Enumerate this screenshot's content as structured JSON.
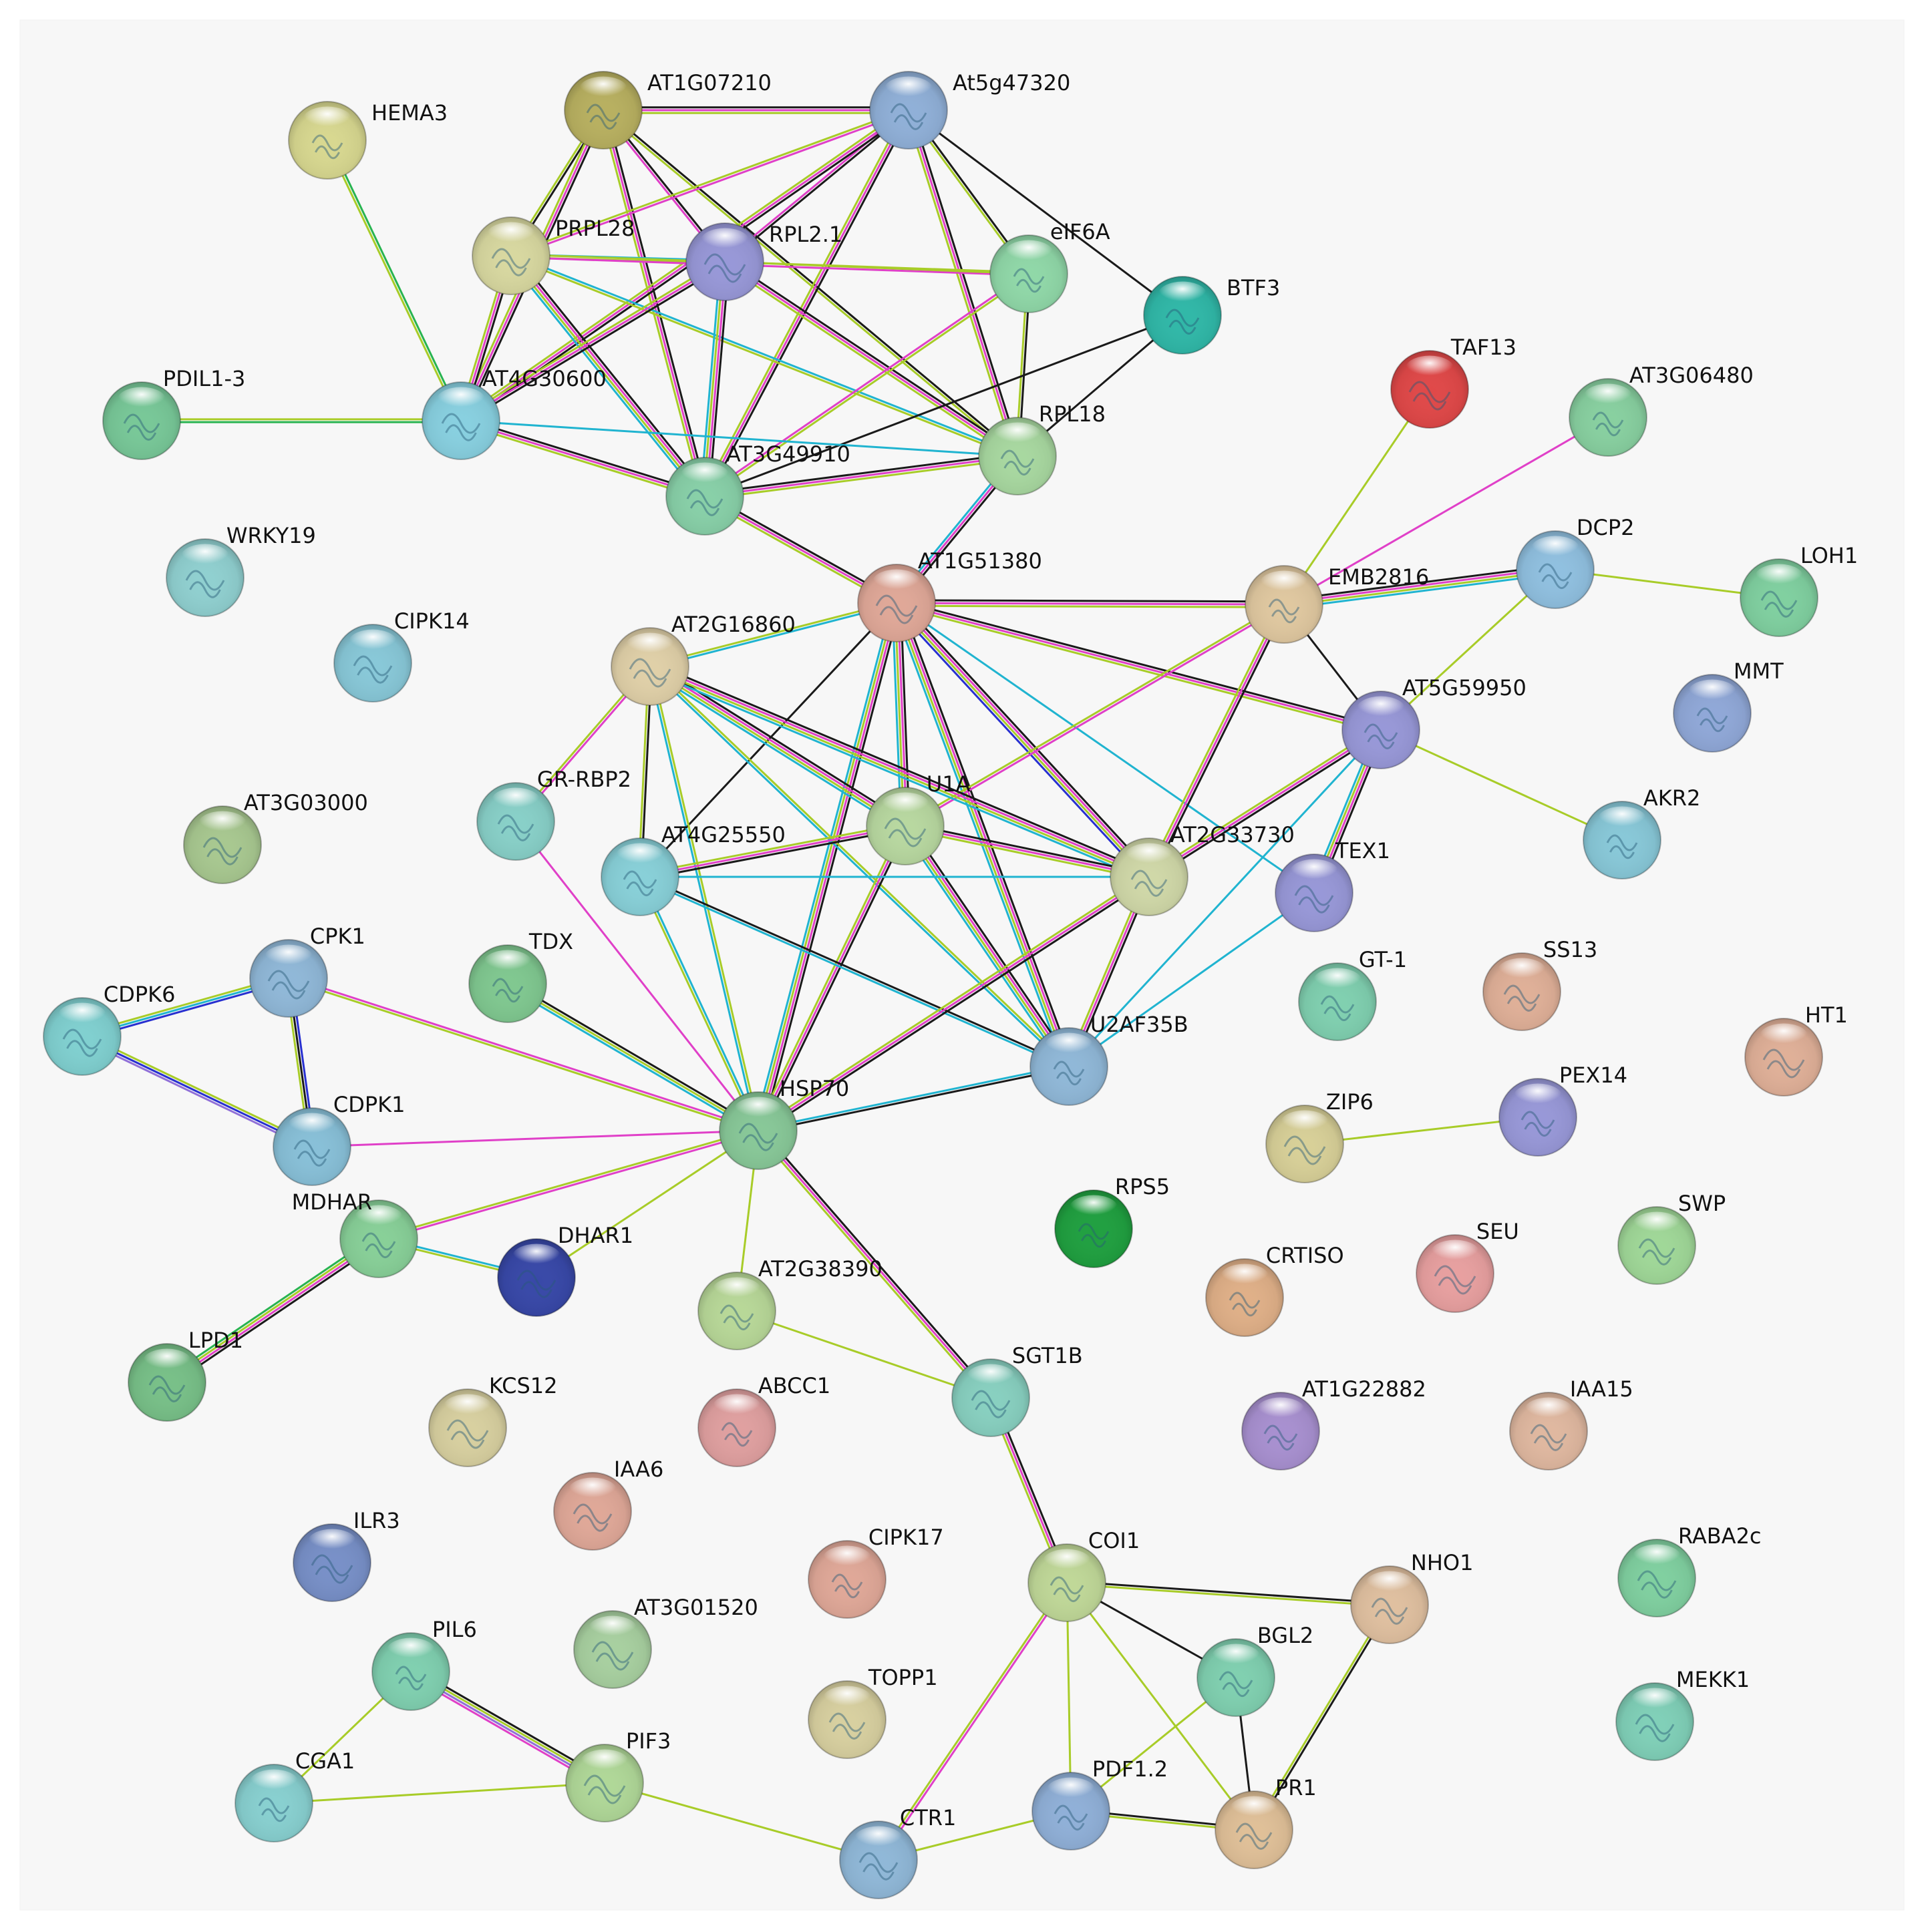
{
  "colors": {
    "panel_background": "#f7f7f7",
    "edge_palette": {
      "k": "#1a1a1a",
      "m": "#e040c8",
      "y": "#a8cc28",
      "c": "#20b4d0",
      "g": "#28b450",
      "b": "#2830d0",
      "p": "#9070d8"
    }
  },
  "nodes": [
    {
      "id": "HEMA3",
      "label": "HEMA3",
      "color": "#d8d890"
    },
    {
      "id": "AT1G07210",
      "label": "AT1G07210",
      "color": "#b8b060"
    },
    {
      "id": "At5g47320",
      "label": "At5g47320",
      "color": "#90b0d8"
    },
    {
      "id": "PRPL28",
      "label": "PRPL28",
      "color": "#d8d8a0"
    },
    {
      "id": "RPL2.1",
      "label": "RPL2.1",
      "color": "#9898d8"
    },
    {
      "id": "eIF6A",
      "label": "eIF6A",
      "color": "#90d8a8"
    },
    {
      "id": "BTF3",
      "label": "BTF3",
      "color": "#30b8a8"
    },
    {
      "id": "PDIL1-3",
      "label": "PDIL1-3",
      "color": "#78c898"
    },
    {
      "id": "AT4G30600",
      "label": "AT4G30600",
      "color": "#88d0e0"
    },
    {
      "id": "TAF13",
      "label": "TAF13",
      "color": "#e04848"
    },
    {
      "id": "AT3G06480",
      "label": "AT3G06480",
      "color": "#88d0a0"
    },
    {
      "id": "RPL18",
      "label": "RPL18",
      "color": "#a8d8a0"
    },
    {
      "id": "AT3G49910",
      "label": "AT3G49910",
      "color": "#88d0a8"
    },
    {
      "id": "WRKY19",
      "label": "WRKY19",
      "color": "#90d0d0"
    },
    {
      "id": "AT1G51380",
      "label": "AT1G51380",
      "color": "#e0a898"
    },
    {
      "id": "EMB2816",
      "label": "EMB2816",
      "color": "#e0c8a0"
    },
    {
      "id": "DCP2",
      "label": "DCP2",
      "color": "#90c0e0"
    },
    {
      "id": "LOH1",
      "label": "LOH1",
      "color": "#80d0a0"
    },
    {
      "id": "CIPK14",
      "label": "CIPK14",
      "color": "#88c8d8"
    },
    {
      "id": "AT2G16860",
      "label": "AT2G16860",
      "color": "#e0d0a8"
    },
    {
      "id": "MMT",
      "label": "MMT",
      "color": "#90a8d8"
    },
    {
      "id": "AT5G59950",
      "label": "AT5G59950",
      "color": "#9898d8"
    },
    {
      "id": "GR-RBP2",
      "label": "GR-RBP2",
      "color": "#88d0c8"
    },
    {
      "id": "AT3G03000",
      "label": "AT3G03000",
      "color": "#a8c890"
    },
    {
      "id": "U1A",
      "label": "U1A",
      "color": "#b8d8a0"
    },
    {
      "id": "AKR2",
      "label": "AKR2",
      "color": "#88c8d8"
    },
    {
      "id": "AT4G25550",
      "label": "AT4G25550",
      "color": "#88d0d8"
    },
    {
      "id": "AT2G33730",
      "label": "AT2G33730",
      "color": "#d0d8a8"
    },
    {
      "id": "TEX1",
      "label": "TEX1",
      "color": "#9898d8"
    },
    {
      "id": "CPK1",
      "label": "CPK1",
      "color": "#90b8d8"
    },
    {
      "id": "TDX",
      "label": "TDX",
      "color": "#80c890"
    },
    {
      "id": "GT-1",
      "label": "GT-1",
      "color": "#80d0b0"
    },
    {
      "id": "SS13",
      "label": "SS13",
      "color": "#e0b098"
    },
    {
      "id": "CDPK6",
      "label": "CDPK6",
      "color": "#80d0d0"
    },
    {
      "id": "HT1",
      "label": "HT1",
      "color": "#e0b098"
    },
    {
      "id": "U2AF35B",
      "label": "U2AF35B",
      "color": "#90b8d8"
    },
    {
      "id": "PEX14",
      "label": "PEX14",
      "color": "#9898d8"
    },
    {
      "id": "CDPK1",
      "label": "CDPK1",
      "color": "#88c0d8"
    },
    {
      "id": "HSP70",
      "label": "HSP70",
      "color": "#88c898"
    },
    {
      "id": "ZIP6",
      "label": "ZIP6",
      "color": "#d8d098"
    },
    {
      "id": "RPS5",
      "label": "RPS5",
      "color": "#20a040"
    },
    {
      "id": "MDHAR",
      "label": "MDHAR",
      "color": "#88d098"
    },
    {
      "id": "SWP",
      "label": "SWP",
      "color": "#a0d898"
    },
    {
      "id": "DHAR1",
      "label": "DHAR1",
      "color": "#3848a8"
    },
    {
      "id": "SEU",
      "label": "SEU",
      "color": "#e8a0a0"
    },
    {
      "id": "CRTISO",
      "label": "CRTISO",
      "color": "#e0b088"
    },
    {
      "id": "AT2G38390",
      "label": "AT2G38390",
      "color": "#b8d898"
    },
    {
      "id": "LPD1",
      "label": "LPD1",
      "color": "#78c088"
    },
    {
      "id": "SGT1B",
      "label": "SGT1B",
      "color": "#88d0c0"
    },
    {
      "id": "KCS12",
      "label": "KCS12",
      "color": "#d8d0a0"
    },
    {
      "id": "ABCC1",
      "label": "ABCC1",
      "color": "#e0a0a0"
    },
    {
      "id": "AT1G22882",
      "label": "AT1G22882",
      "color": "#a890d0"
    },
    {
      "id": "IAA15",
      "label": "IAA15",
      "color": "#e0b8a0"
    },
    {
      "id": "IAA6",
      "label": "IAA6",
      "color": "#e0a898"
    },
    {
      "id": "ILR3",
      "label": "ILR3",
      "color": "#7890c8"
    },
    {
      "id": "CIPK17",
      "label": "CIPK17",
      "color": "#e0a898"
    },
    {
      "id": "COI1",
      "label": "COI1",
      "color": "#c0d898"
    },
    {
      "id": "NHO1",
      "label": "NHO1",
      "color": "#e0c0a0"
    },
    {
      "id": "RABA2c",
      "label": "RABA2c",
      "color": "#80d0a0"
    },
    {
      "id": "AT3G01520",
      "label": "AT3G01520",
      "color": "#a8d0a0"
    },
    {
      "id": "PIL6",
      "label": "PIL6",
      "color": "#80d0b0"
    },
    {
      "id": "BGL2",
      "label": "BGL2",
      "color": "#80d0b0"
    },
    {
      "id": "TOPP1",
      "label": "TOPP1",
      "color": "#d8d0a0"
    },
    {
      "id": "MEKK1",
      "label": "MEKK1",
      "color": "#80d0b8"
    },
    {
      "id": "PIF3",
      "label": "PIF3",
      "color": "#b0d898"
    },
    {
      "id": "CGA1",
      "label": "CGA1",
      "color": "#88d0d0"
    },
    {
      "id": "PDF1.2",
      "label": "PDF1.2",
      "color": "#90b0d8"
    },
    {
      "id": "PR1",
      "label": "PR1",
      "color": "#e0c098"
    },
    {
      "id": "CTR1",
      "label": "CTR1",
      "color": "#90b8d8"
    }
  ],
  "edges": [
    {
      "source": "HEMA3",
      "target": "AT4G30600",
      "types": "gy"
    },
    {
      "source": "PDIL1-3",
      "target": "AT4G30600",
      "types": "yg"
    },
    {
      "source": "AT1G07210",
      "target": "At5g47320",
      "types": "kmy"
    },
    {
      "source": "AT1G07210",
      "target": "PRPL28",
      "types": "ky"
    },
    {
      "source": "AT1G07210",
      "target": "AT4G30600",
      "types": "kmy"
    },
    {
      "source": "AT1G07210",
      "target": "AT3G49910",
      "types": "kmy"
    },
    {
      "source": "AT1G07210",
      "target": "RPL2.1",
      "types": "km"
    },
    {
      "source": "AT1G07210",
      "target": "RPL18",
      "types": "ky"
    },
    {
      "source": "At5g47320",
      "target": "PRPL28",
      "types": "my"
    },
    {
      "source": "At5g47320",
      "target": "RPL2.1",
      "types": "km"
    },
    {
      "source": "At5g47320",
      "target": "AT4G30600",
      "types": "kmy"
    },
    {
      "source": "At5g47320",
      "target": "AT3G49910",
      "types": "kmy"
    },
    {
      "source": "At5g47320",
      "target": "RPL18",
      "types": "kmy"
    },
    {
      "source": "At5g47320",
      "target": "BTF3",
      "types": "k"
    },
    {
      "source": "At5g47320",
      "target": "eIF6A",
      "types": "ky"
    },
    {
      "source": "PRPL28",
      "target": "RPL2.1",
      "types": "cy"
    },
    {
      "source": "PRPL28",
      "target": "eIF6A",
      "types": "ym"
    },
    {
      "source": "PRPL28",
      "target": "AT4G30600",
      "types": "kmy"
    },
    {
      "source": "PRPL28",
      "target": "AT3G49910",
      "types": "kmyc"
    },
    {
      "source": "PRPL28",
      "target": "RPL18",
      "types": "cy"
    },
    {
      "source": "RPL2.1",
      "target": "eIF6A",
      "types": "y"
    },
    {
      "source": "RPL2.1",
      "target": "AT4G30600",
      "types": "kmy"
    },
    {
      "source": "RPL2.1",
      "target": "AT3G49910",
      "types": "kmyc"
    },
    {
      "source": "RPL2.1",
      "target": "RPL18",
      "types": "kmy"
    },
    {
      "source": "eIF6A",
      "target": "AT3G49910",
      "types": "ym"
    },
    {
      "source": "eIF6A",
      "target": "RPL18",
      "types": "ky"
    },
    {
      "source": "BTF3",
      "target": "AT3G49910",
      "types": "k"
    },
    {
      "source": "BTF3",
      "target": "RPL18",
      "types": "k"
    },
    {
      "source": "AT4G30600",
      "target": "AT3G49910",
      "types": "kmy"
    },
    {
      "source": "AT4G30600",
      "target": "RPL18",
      "types": "c"
    },
    {
      "source": "AT3G49910",
      "target": "RPL18",
      "types": "kmy"
    },
    {
      "source": "AT3G49910",
      "target": "AT1G51380",
      "types": "kmy"
    },
    {
      "source": "RPL18",
      "target": "AT1G51380",
      "types": "kmc"
    },
    {
      "source": "TAF13",
      "target": "EMB2816",
      "types": "y"
    },
    {
      "source": "AT3G06480",
      "target": "EMB2816",
      "types": "m"
    },
    {
      "source": "AT1G51380",
      "target": "EMB2816",
      "types": "kmy"
    },
    {
      "source": "AT1G51380",
      "target": "AT2G16860",
      "types": "cy"
    },
    {
      "source": "AT1G51380",
      "target": "AT5G59950",
      "types": "kmy"
    },
    {
      "source": "AT1G51380",
      "target": "U1A",
      "types": "kmyc"
    },
    {
      "source": "AT1G51380",
      "target": "AT4G25550",
      "types": "k"
    },
    {
      "source": "AT1G51380",
      "target": "AT2G33730",
      "types": "kmyb"
    },
    {
      "source": "AT1G51380",
      "target": "TEX1",
      "types": "c"
    },
    {
      "source": "AT1G51380",
      "target": "U2AF35B",
      "types": "kmyc"
    },
    {
      "source": "AT1G51380",
      "target": "HSP70",
      "types": "kmyc"
    },
    {
      "source": "EMB2816",
      "target": "DCP2",
      "types": "kmyc"
    },
    {
      "source": "EMB2816",
      "target": "AT5G59950",
      "types": "k"
    },
    {
      "source": "EMB2816",
      "target": "AT2G33730",
      "types": "kmy"
    },
    {
      "source": "EMB2816",
      "target": "U1A",
      "types": "my"
    },
    {
      "source": "DCP2",
      "target": "LOH1",
      "types": "y"
    },
    {
      "source": "DCP2",
      "target": "AT5G59950",
      "types": "y"
    },
    {
      "source": "AT5G59950",
      "target": "AKR2",
      "types": "y"
    },
    {
      "source": "AT5G59950",
      "target": "TEX1",
      "types": "kmyc"
    },
    {
      "source": "AT5G59950",
      "target": "AT2G33730",
      "types": "kmy"
    },
    {
      "source": "AT5G59950",
      "target": "U2AF35B",
      "types": "c"
    },
    {
      "source": "AT2G16860",
      "target": "GR-RBP2",
      "types": "my"
    },
    {
      "source": "AT2G16860",
      "target": "AT4G25550",
      "types": "ky"
    },
    {
      "source": "AT2G16860",
      "target": "U1A",
      "types": "kmyc"
    },
    {
      "source": "AT2G16860",
      "target": "AT2G33730",
      "types": "kmyc"
    },
    {
      "source": "AT2G16860",
      "target": "U2AF35B",
      "types": "yc"
    },
    {
      "source": "AT2G16860",
      "target": "HSP70",
      "types": "yc"
    },
    {
      "source": "U1A",
      "target": "AT4G25550",
      "types": "kmy"
    },
    {
      "source": "U1A",
      "target": "AT2G33730",
      "types": "kmy"
    },
    {
      "source": "U1A",
      "target": "U2AF35B",
      "types": "kmyc"
    },
    {
      "source": "U1A",
      "target": "HSP70",
      "types": "kmy"
    },
    {
      "source": "AT4G25550",
      "target": "AT2G33730",
      "types": "c"
    },
    {
      "source": "AT4G25550",
      "target": "U2AF35B",
      "types": "kc"
    },
    {
      "source": "AT4G25550",
      "target": "HSP70",
      "types": "cy"
    },
    {
      "source": "AT2G33730",
      "target": "U2AF35B",
      "types": "kmy"
    },
    {
      "source": "AT2G33730",
      "target": "HSP70",
      "types": "kmy"
    },
    {
      "source": "TEX1",
      "target": "U2AF35B",
      "types": "c"
    },
    {
      "source": "U2AF35B",
      "target": "HSP70",
      "types": "kc"
    },
    {
      "source": "GR-RBP2",
      "target": "HSP70",
      "types": "m"
    },
    {
      "source": "TDX",
      "target": "HSP70",
      "types": "kyc"
    },
    {
      "source": "CPK1",
      "target": "HSP70",
      "types": "my"
    },
    {
      "source": "CPK1",
      "target": "CDPK6",
      "types": "bcy"
    },
    {
      "source": "CPK1",
      "target": "CDPK1",
      "types": "bky"
    },
    {
      "source": "CDPK6",
      "target": "CDPK1",
      "types": "ybp"
    },
    {
      "source": "CDPK1",
      "target": "HSP70",
      "types": "m"
    },
    {
      "source": "HSP70",
      "target": "MDHAR",
      "types": "my"
    },
    {
      "source": "HSP70",
      "target": "DHAR1",
      "types": "y"
    },
    {
      "source": "HSP70",
      "target": "AT2G38390",
      "types": "y"
    },
    {
      "source": "HSP70",
      "target": "SGT1B",
      "types": "kmy"
    },
    {
      "source": "MDHAR",
      "target": "DHAR1",
      "types": "cy"
    },
    {
      "source": "MDHAR",
      "target": "LPD1",
      "types": "kmyg"
    },
    {
      "source": "AT2G38390",
      "target": "SGT1B",
      "types": "y"
    },
    {
      "source": "SGT1B",
      "target": "COI1",
      "types": "kmy"
    },
    {
      "source": "COI1",
      "target": "NHO1",
      "types": "ky"
    },
    {
      "source": "COI1",
      "target": "BGL2",
      "types": "k"
    },
    {
      "source": "COI1",
      "target": "PR1",
      "types": "y"
    },
    {
      "source": "COI1",
      "target": "PDF1.2",
      "types": "y"
    },
    {
      "source": "COI1",
      "target": "CTR1",
      "types": "my"
    },
    {
      "source": "NHO1",
      "target": "PR1",
      "types": "ky"
    },
    {
      "source": "BGL2",
      "target": "PR1",
      "types": "k"
    },
    {
      "source": "BGL2",
      "target": "PDF1.2",
      "types": "y"
    },
    {
      "source": "PDF1.2",
      "target": "PR1",
      "types": "ky"
    },
    {
      "source": "PDF1.2",
      "target": "CTR1",
      "types": "y"
    },
    {
      "source": "ZIP6",
      "target": "PEX14",
      "types": "y"
    },
    {
      "source": "PIL6",
      "target": "PIF3",
      "types": "kypm"
    },
    {
      "source": "PIL6",
      "target": "CGA1",
      "types": "y"
    },
    {
      "source": "CGA1",
      "target": "PIF3",
      "types": "y"
    },
    {
      "source": "PIF3",
      "target": "CTR1",
      "types": "y"
    }
  ]
}
